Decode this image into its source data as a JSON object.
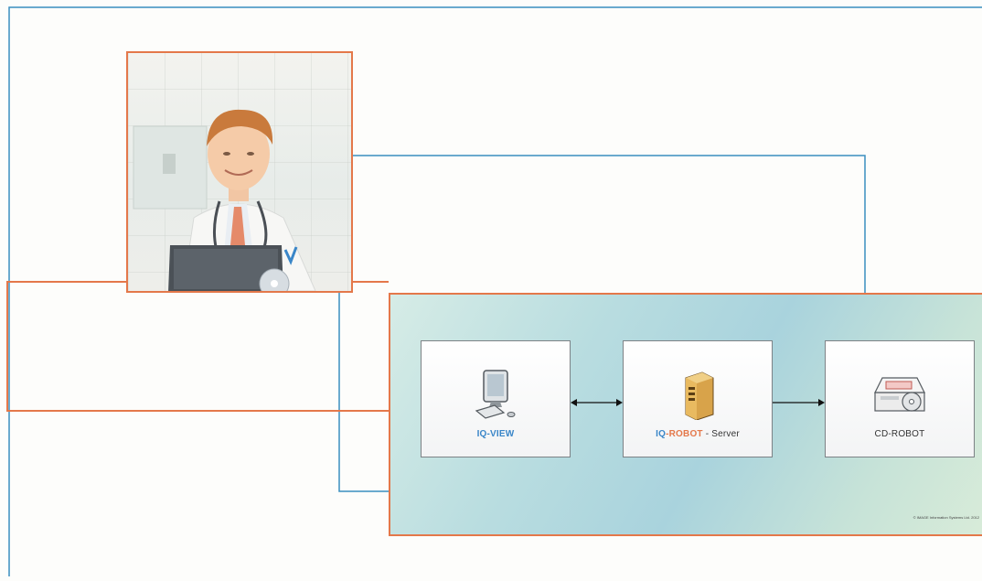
{
  "diagram": {
    "components": [
      {
        "id": "iq-view",
        "label_prefix": "IQ",
        "label_main": "-VIEW",
        "label_suffix": "",
        "icon": "computer-icon"
      },
      {
        "id": "iq-robot-server",
        "label_prefix": "IQ",
        "label_main": "-ROBOT",
        "label_suffix": " - Server",
        "icon": "server-icon"
      },
      {
        "id": "cd-robot",
        "label_prefix": "",
        "label_main": "",
        "label_suffix": "CD-ROBOT",
        "icon": "cd-robot-icon"
      }
    ],
    "copyright": "© IMAGE Information Systems Ltd. 2012",
    "colors": {
      "frame_orange": "#e4784a",
      "line_blue": "#3a8fc0",
      "label_blue": "#3a86c8"
    }
  }
}
